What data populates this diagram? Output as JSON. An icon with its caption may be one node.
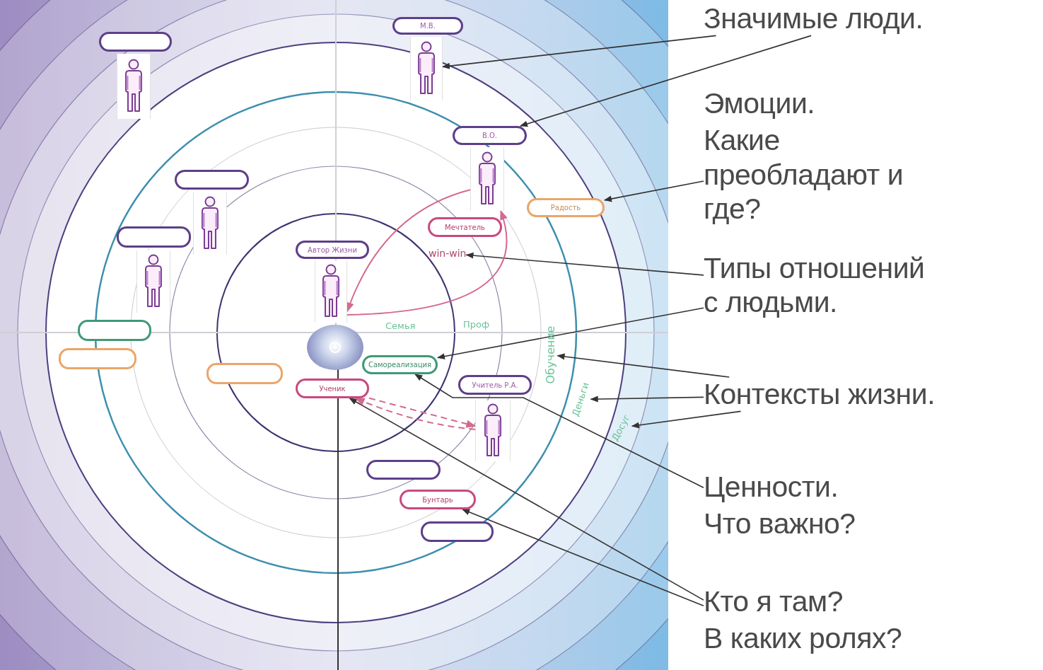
{
  "diagram": {
    "nodes": [
      {
        "text": [
          "Значимые люди."
        ]
      },
      {
        "text": [
          "Эмоции.",
          "Какие преобладают и где?"
        ]
      },
      {
        "text": [
          "Типы отношений с людьми."
        ]
      },
      {
        "text": [
          "Контексты жизни."
        ]
      },
      {
        "text": [
          "Ценности.",
          "Что важно?"
        ]
      },
      {
        "text": [
          "Кто я там?",
          "В каких ролях?"
        ]
      },
      {
        "text": [],
        "shape": "box"
      },
      {
        "text": [],
        "shape": "person"
      },
      {
        "text": [
          "М.В."
        ]
      },
      {
        "text": [],
        "shape": "person"
      },
      {
        "text": [
          "В.О."
        ]
      },
      {
        "text": [],
        "shape": "person"
      },
      {
        "text": [
          "Радость"
        ]
      },
      {
        "text": [],
        "shape": "box"
      },
      {
        "text": [],
        "shape": "person"
      },
      {
        "text": [
          "Мечтатель"
        ]
      },
      {
        "text": [],
        "shape": "box"
      },
      {
        "text": [],
        "shape": "person"
      },
      {
        "text": [
          "Автор Жизни"
        ]
      },
      {
        "text": [
          "win-win"
        ]
      },
      {
        "text": [],
        "shape": "person"
      },
      {
        "text": [],
        "shape": "circle"
      },
      {
        "text": [
          "Семья"
        ]
      },
      {
        "text": [
          "Проф"
        ]
      },
      {
        "text": [
          "Обучение"
        ]
      },
      {
        "text": [],
        "shape": "box"
      },
      {
        "text": [],
        "shape": "box"
      },
      {
        "text": [
          "Самореализация"
        ]
      },
      {
        "text": [],
        "shape": "box"
      },
      {
        "text": [
          "Ученик"
        ]
      },
      {
        "text": [
          "Учитель Р.А."
        ]
      },
      {
        "text": [
          "Деньги"
        ]
      },
      {
        "text": [],
        "shape": "person"
      },
      {
        "text": [
          "Досуг"
        ]
      },
      {
        "text": [],
        "shape": "box"
      },
      {
        "text": [
          "Бунтарь"
        ]
      },
      {
        "text": [],
        "shape": "box"
      }
    ],
    "edges": [
      {
        "from": 0,
        "to": 9,
        "arrow": "to"
      },
      {
        "from": 0,
        "to": 10,
        "arrow": "to"
      },
      {
        "from": 1,
        "to": 12,
        "arrow": "to"
      },
      {
        "from": 2,
        "to": 19,
        "arrow": "to"
      },
      {
        "from": 2,
        "to": 27,
        "arrow": "to"
      },
      {
        "from": 3,
        "to": 24,
        "arrow": "to"
      },
      {
        "from": 3,
        "to": 31,
        "arrow": "to"
      },
      {
        "from": 3,
        "to": 33,
        "arrow": "to"
      },
      {
        "from": 4,
        "to": 27,
        "arrow": "to"
      },
      {
        "from": 5,
        "to": 29,
        "arrow": "to"
      },
      {
        "from": 5,
        "to": 35,
        "arrow": "to"
      },
      {
        "from": 11,
        "to": 20,
        "arrow": "to",
        "color": "#d46a8e"
      },
      {
        "from": 20,
        "to": 11,
        "arrow": "to",
        "color": "#d46a8e"
      },
      {
        "from": 32,
        "to": 29,
        "arrow": "to",
        "style": "dashed",
        "color": "#d46a8e"
      },
      {
        "from": 29,
        "to": 32,
        "arrow": "to",
        "style": "dashed",
        "color": "#d46a8e"
      }
    ]
  }
}
